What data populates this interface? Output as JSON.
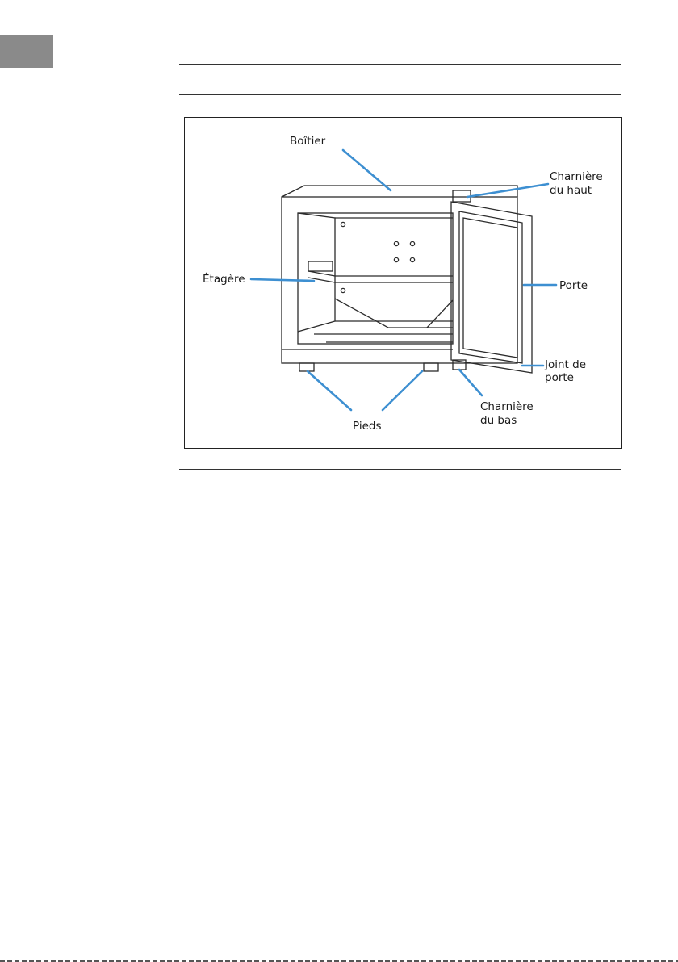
{
  "diagram": {
    "labels": {
      "boitier": "Boîtier",
      "charniere_haut_1": "Charnière",
      "charniere_haut_2": "du haut",
      "etagere": "Étagère",
      "porte": "Porte",
      "joint_1": "Joint de",
      "joint_2": "porte",
      "charniere_bas_1": "Charnière",
      "charniere_bas_2": "du bas",
      "pieds": "Pieds"
    },
    "leader_color": "#3d8fd1",
    "line_color": "#2b2b2b"
  }
}
